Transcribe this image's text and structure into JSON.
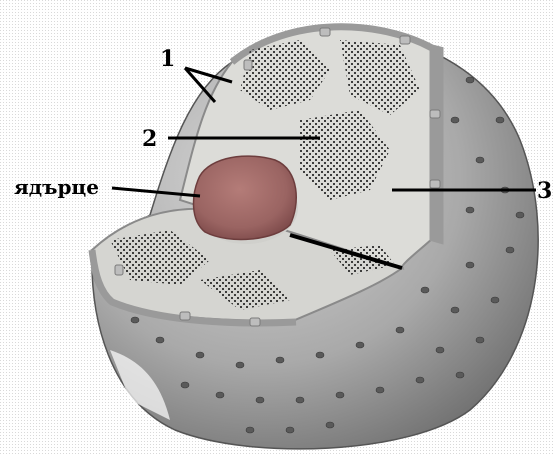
{
  "labels": {
    "membrane": "1",
    "nucleoplasm": "2",
    "pores": "3",
    "nucleolus": "ядърце"
  },
  "colors": {
    "shell_light": "#c8c8c8",
    "shell_dark": "#6e6e6e",
    "cut_face": "#dcdcd8",
    "rim": "#9a9a9a",
    "chromatin": "#2a2a2a",
    "nucleolus": "#a8706e",
    "nucleolus_dark": "#7d4a4a",
    "pore": "#5a5a5a",
    "line": "#000000"
  }
}
